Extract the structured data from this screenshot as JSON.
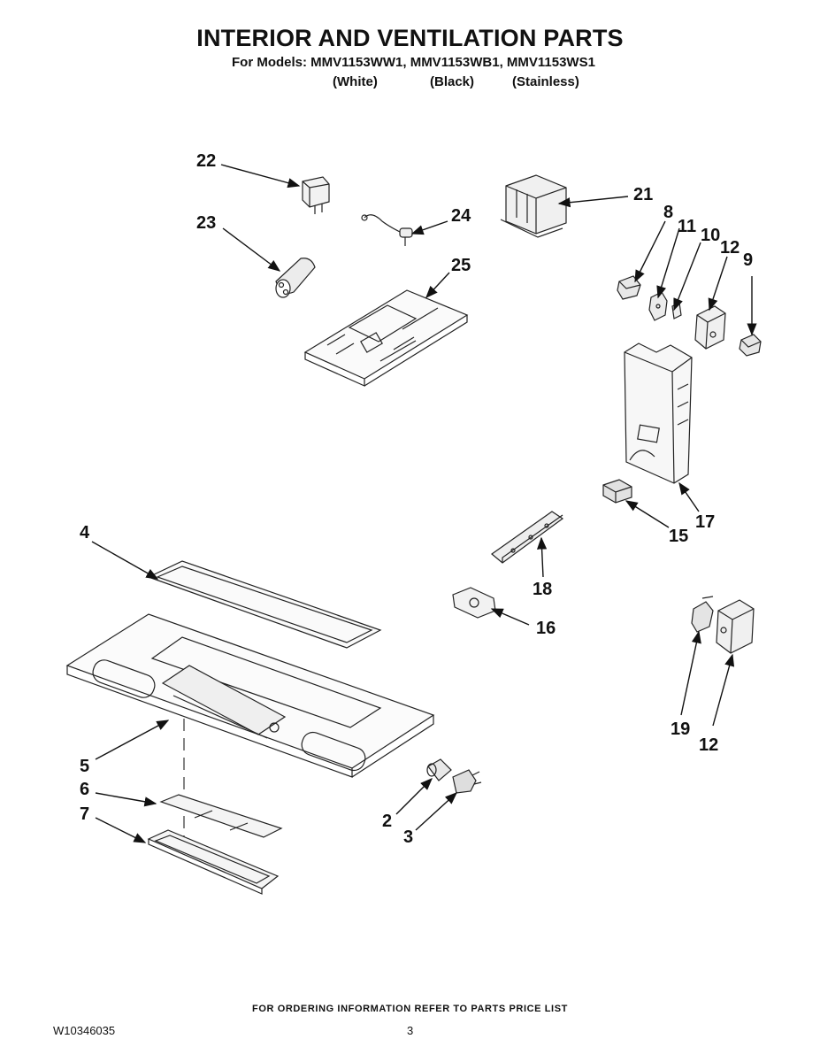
{
  "header": {
    "title": "INTERIOR AND VENTILATION PARTS",
    "models_line": "For Models: MMV1153WW1, MMV1153WB1, MMV1153WS1",
    "variants": [
      "(White)",
      "(Black)",
      "(Stainless)"
    ]
  },
  "callouts": {
    "c22": "22",
    "c23": "23",
    "c24": "24",
    "c25": "25",
    "c21": "21",
    "c8": "8",
    "c11": "11",
    "c10": "10",
    "c12a": "12",
    "c9": "9",
    "c17": "17",
    "c15": "15",
    "c18": "18",
    "c16": "16",
    "c4": "4",
    "c5": "5",
    "c6": "6",
    "c7": "7",
    "c2": "2",
    "c3": "3",
    "c19": "19",
    "c12b": "12"
  },
  "footer": {
    "ordering_note": "FOR ORDERING INFORMATION REFER TO PARTS PRICE LIST",
    "doc_number": "W10346035",
    "page_number": "3"
  }
}
